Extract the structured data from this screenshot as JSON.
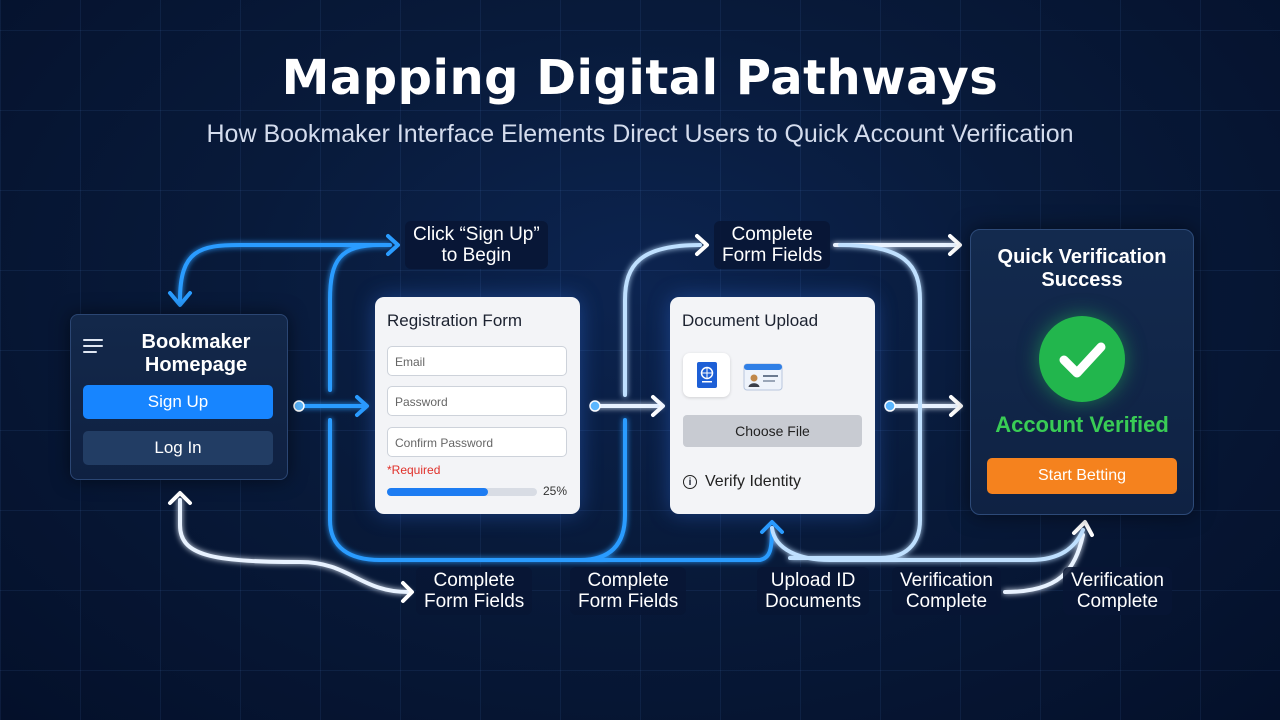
{
  "header": {
    "title": "Mapping Digital Pathways",
    "subtitle": "How Bookmaker Interface Elements Direct Users to Quick Account Verification"
  },
  "homepage": {
    "title": "Bookmaker Homepage",
    "signup_label": "Sign Up",
    "login_label": "Log In"
  },
  "registration": {
    "title": "Registration Form",
    "email_placeholder": "Email",
    "password_placeholder": "Password",
    "confirm_placeholder": "Confirm Password",
    "required_note": "*Required",
    "progress": 0.25,
    "progress_text": "25%"
  },
  "document": {
    "title": "Document Upload",
    "choose_file_label": "Choose File",
    "verify_label": "Verify Identity"
  },
  "success": {
    "title": "Quick Verification Success",
    "verified_text": "Account Verified",
    "start_label": "Start Betting"
  },
  "flow_labels": {
    "click_signup": "Click “Sign Up”\nto Begin",
    "complete_fields_top": "Complete\nForm Fields",
    "complete_fields_1": "Complete\nForm Fields",
    "complete_fields_2": "Complete\nForm Fields",
    "upload_id": "Upload ID\nDocuments",
    "verification_1": "Verification\nComplete",
    "verification_2": "Verification\nComplete"
  },
  "colors": {
    "accent_blue": "#1785ff",
    "success_green": "#22b64d",
    "cta_orange": "#f5821e",
    "required_red": "#e0302a"
  }
}
